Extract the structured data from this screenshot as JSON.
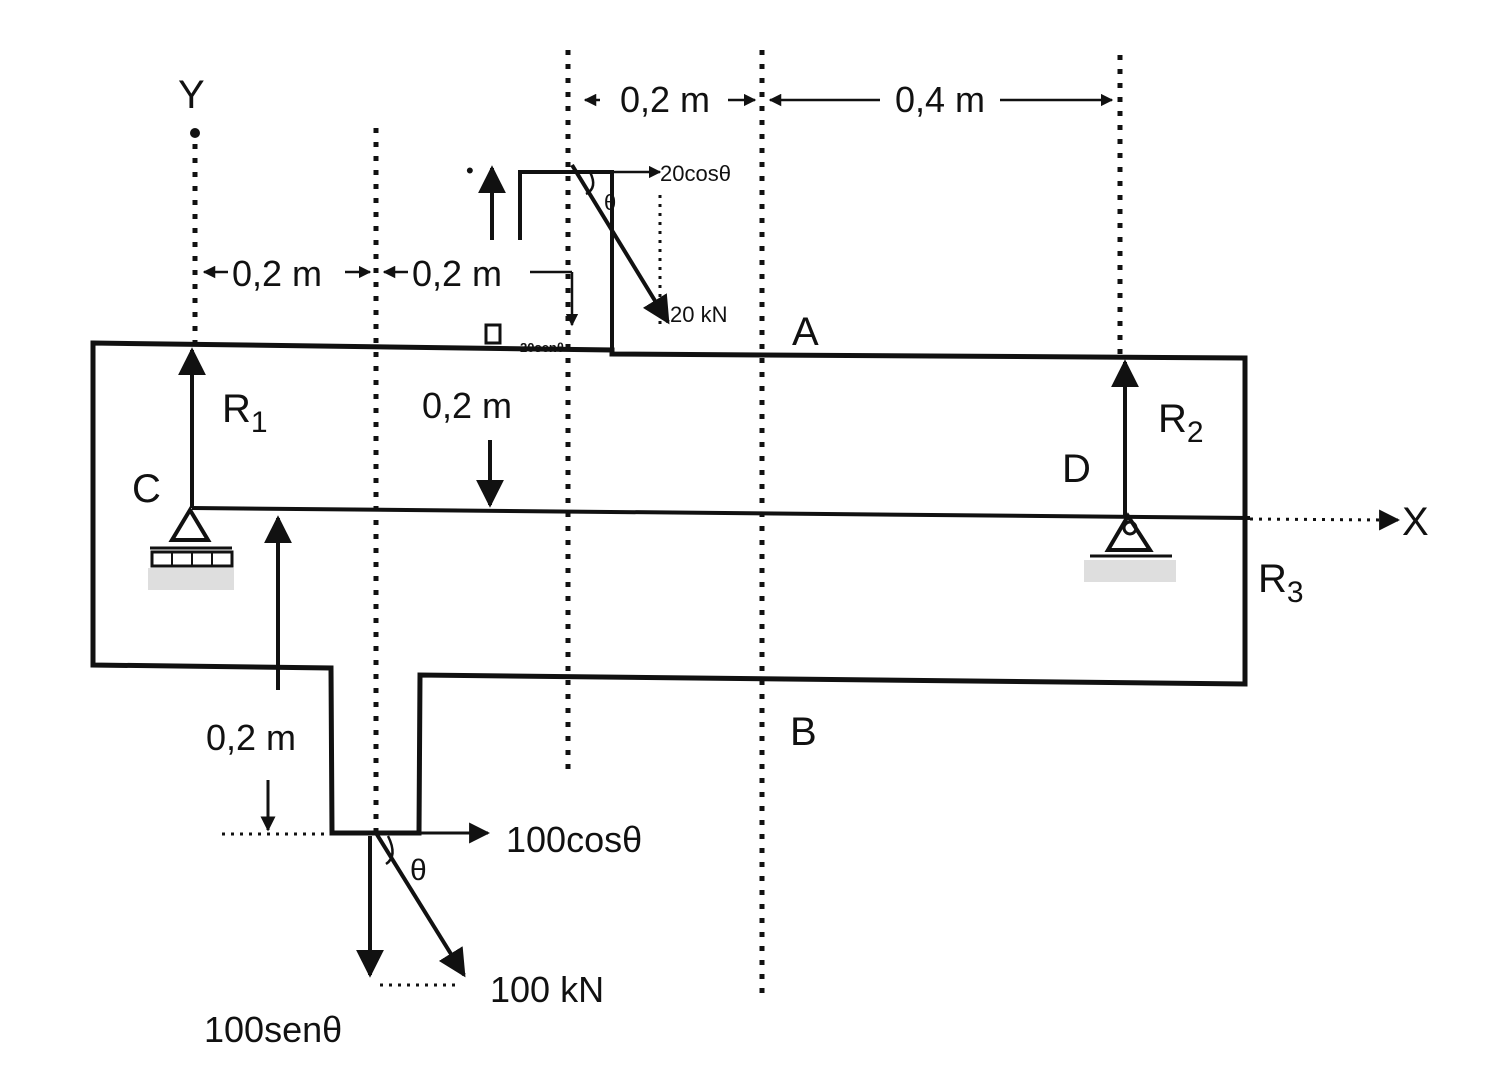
{
  "labels": {
    "axis_y": "Y",
    "axis_x": "X",
    "point_a": "A",
    "point_b": "B",
    "point_c": "C",
    "point_d": "D",
    "r1": "R",
    "r1_sub": "1",
    "r2": "R",
    "r2_sub": "2",
    "r3": "R",
    "r3_sub": "3"
  },
  "dimensions": {
    "top_left": "0,2 m",
    "top_right": "0,4 m",
    "mid_left": "0,2 m",
    "mid_right": "0,2 m",
    "inner_vertical": "0,2 m",
    "lower_vertical": "0,2 m"
  },
  "forces": {
    "small_force": "20 kN",
    "small_horizontal": "20cosθ",
    "small_vertical": "20senθ",
    "small_angle": "θ",
    "big_force": "100 kN",
    "big_horizontal": "100cosθ",
    "big_vertical": "100senθ",
    "big_angle": "θ"
  }
}
